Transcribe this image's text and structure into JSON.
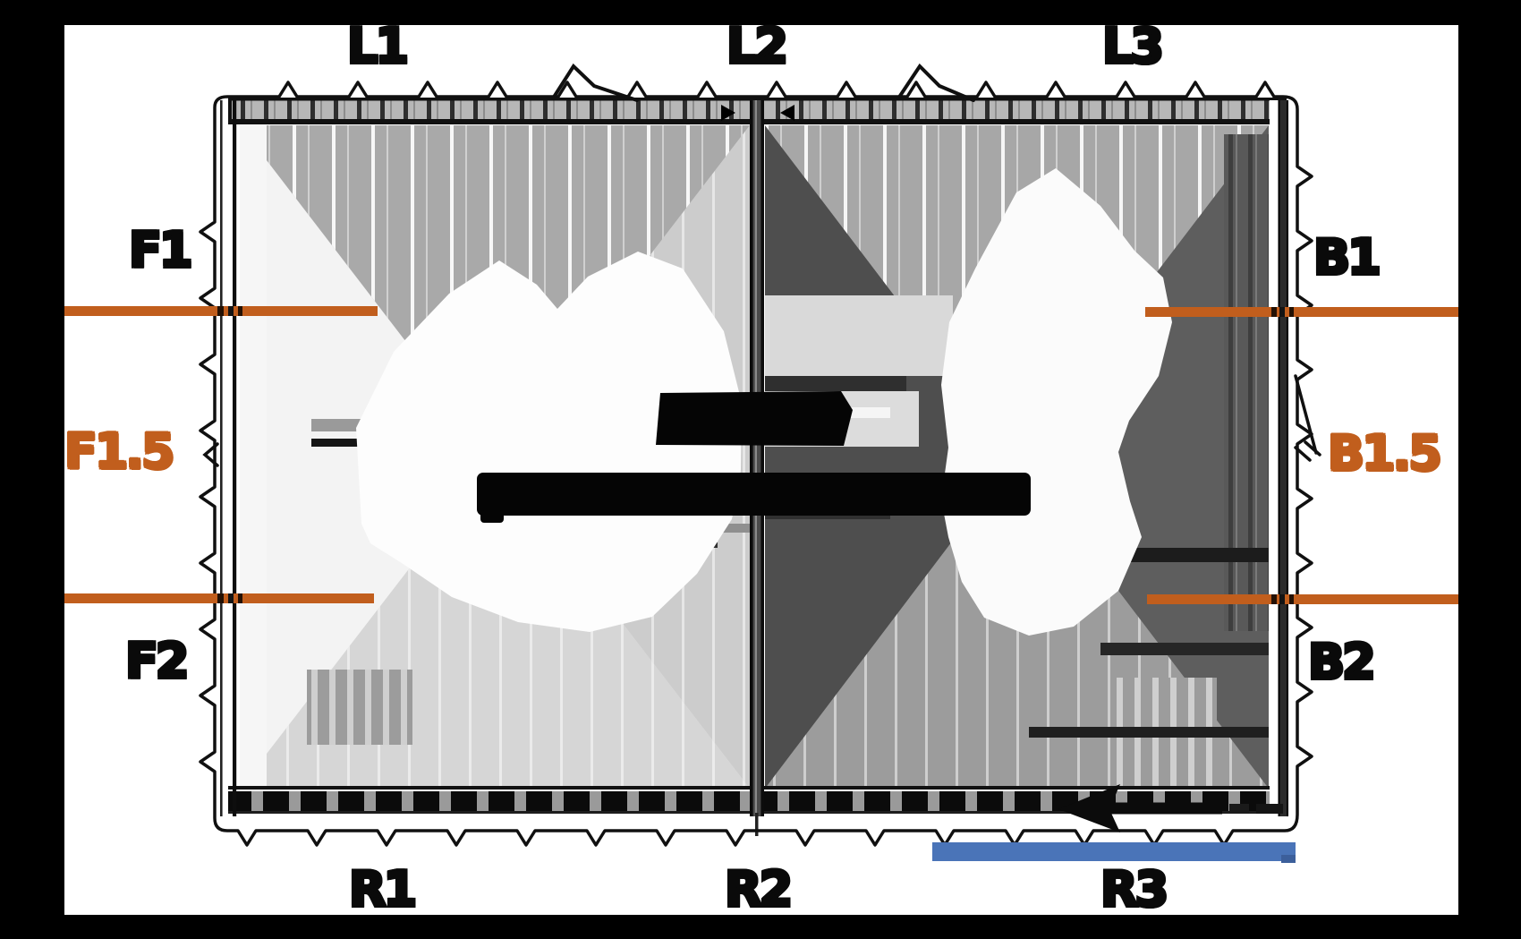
{
  "colors": {
    "accent_orange": "#C15E1D",
    "bar_blue": "#4A74B8",
    "matte_black": "#000000",
    "paper_white": "#FFFFFF"
  },
  "axis_labels": {
    "top": [
      {
        "label": "L1"
      },
      {
        "label": "L2"
      },
      {
        "label": "L3"
      }
    ],
    "bottom": [
      {
        "label": "R1"
      },
      {
        "label": "R2"
      },
      {
        "label": "R3"
      }
    ],
    "left": [
      {
        "label": "F1"
      },
      {
        "label": "F1.5"
      },
      {
        "label": "F2"
      }
    ],
    "right": [
      {
        "label": "B1"
      },
      {
        "label": "B1.5"
      },
      {
        "label": "B2"
      }
    ]
  }
}
